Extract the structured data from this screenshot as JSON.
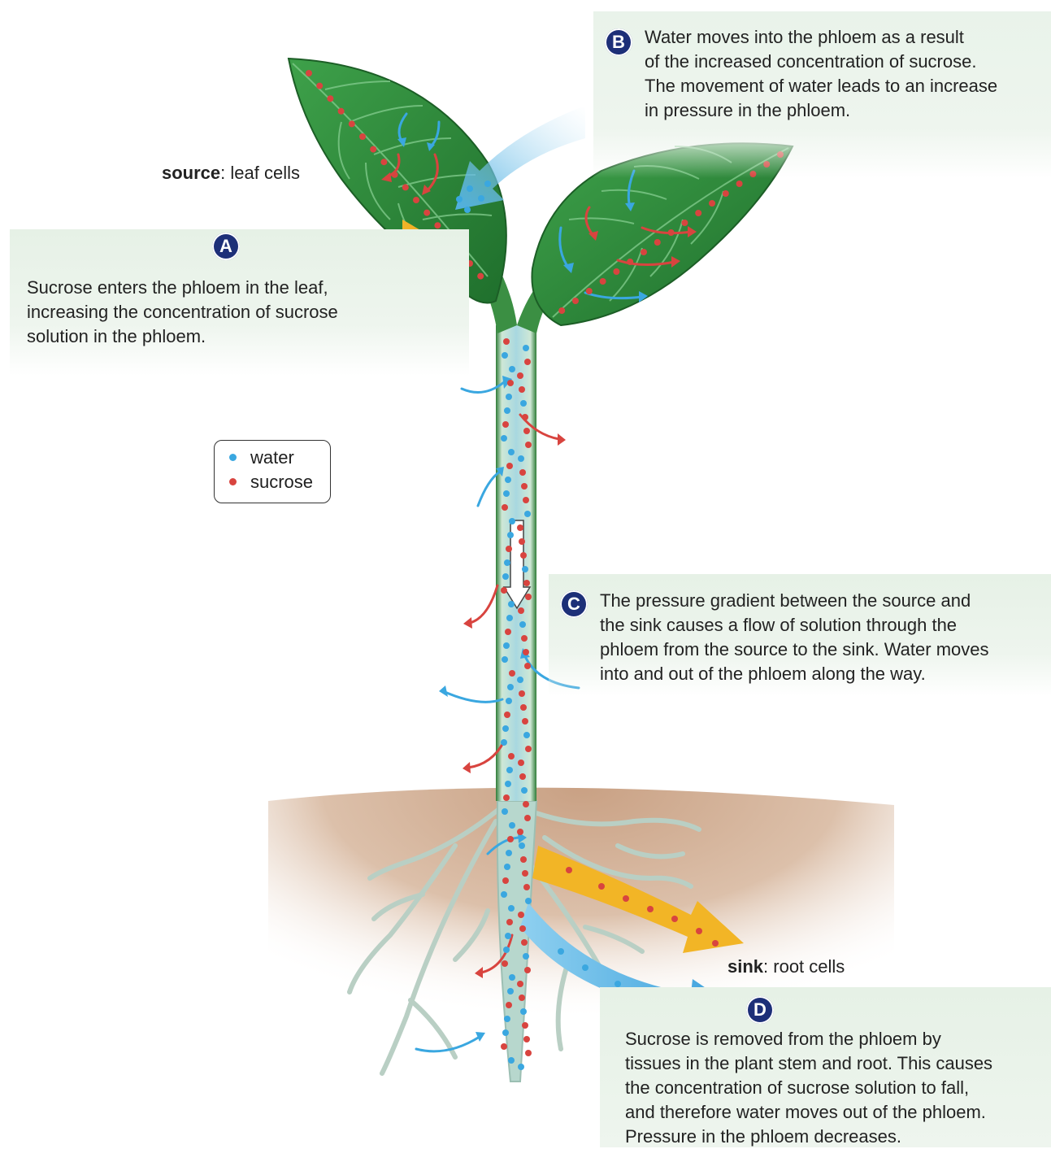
{
  "labels": {
    "source_bold": "source",
    "source_rest": ": leaf cells",
    "sink_bold": "sink",
    "sink_rest": ": root cells"
  },
  "legend": {
    "water": "water",
    "sucrose": "sucrose"
  },
  "steps": {
    "a": {
      "badge": "A",
      "lines": [
        "Sucrose enters the phloem in the leaf,",
        "increasing the concentration of sucrose",
        "solution in the phloem."
      ]
    },
    "b": {
      "badge": "B",
      "lines": [
        "Water moves into the phloem as a result",
        "of the increased concentration of sucrose.",
        "The movement of water leads to an increase",
        "in pressure in the phloem."
      ]
    },
    "c": {
      "badge": "C",
      "lines": [
        "The pressure gradient between the source and",
        "the sink causes a flow of solution through the",
        "phloem from the source to the sink. Water moves",
        "into and out of the phloem along the way."
      ]
    },
    "d": {
      "badge": "D",
      "lines": [
        "Sucrose is removed from the phloem by",
        "tissues in the plant stem and root. This causes",
        "the concentration of sucrose solution to fall,",
        "and therefore water moves out of the phloem.",
        "Pressure in the phloem decreases."
      ]
    }
  },
  "colors": {
    "water": "#3aa7e0",
    "sucrose": "#d8443f",
    "leaf": "#2e8b3a",
    "badge": "#1d2f78",
    "soil": "#c79a78",
    "sucrose_arrow": "#f2b526",
    "water_arrow": "#5fb8e6"
  }
}
